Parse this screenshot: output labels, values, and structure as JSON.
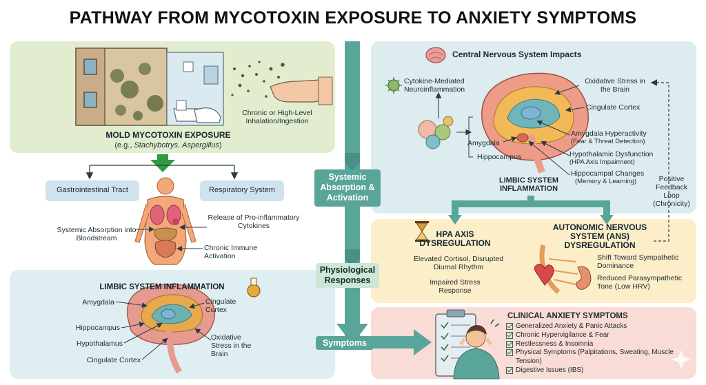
{
  "title": "PATHWAY FROM MYCOTOXIN EXPOSURE TO ANXIETY SYMPTOMS",
  "stages": {
    "stage1": "Systemic Absorption & Activation",
    "stage2": "Physiological Responses",
    "stage3": "Symptoms"
  },
  "exposure": {
    "heading": "MOLD MYCOTOXIN EXPOSURE",
    "examples": "(e.g., Stachybotrys, Aspergillus)",
    "route": "Chronic or High-Level Inhalation/Ingestion"
  },
  "body": {
    "gi": "Gastrointestinal Tract",
    "respiratory": "Respiratory System",
    "absorption": "Systemic Absorption into Bloodstream",
    "release": "Release of Pro-inflammatory Cytokines",
    "immune": "Chronic Immune Activation"
  },
  "limbic_left": {
    "heading": "LIMBIC SYSTEM INFLAMMATION",
    "amygdala": "Amygdala",
    "hippocampus": "Hippocampus",
    "hypothalamus": "Hypothalamus",
    "cingulate_bottom": "Cingulate Cortex",
    "cingulate_right": "Cingulate Cortex",
    "oxidative": "Oxidative Stress in the Brain"
  },
  "cns": {
    "heading": "Central Nervous System Impacts",
    "cytokine": "Cytokine-Mediated Neuroinflammation",
    "oxidative": "Oxidative Stress in the Brain",
    "cingulate": "Cingulate Cortex",
    "amygdala": "Amygdala",
    "hippocampus": "Hippocampus",
    "amygdala_hyper": "Amygdala Hyperactivity",
    "amygdala_hyper_sub": "(Fear & Threat Detection)",
    "hypothalamic": "Hypothalamic Dysfunction",
    "hypothalamic_sub": "(HPA Axis Impairment)",
    "hippocampal": "Hippocampal Changes",
    "hippocampal_sub": "(Memory & Learning)",
    "limbic": "LIMBIC SYSTEM INFLAMMATION",
    "feedback": "Positive Feedback Loop (Chronicity)"
  },
  "hpa": {
    "heading": "HPA AXIS DYSREGULATION",
    "cortisol": "Elevated Cortisol, Disrupted Diurnal Rhythm",
    "stress": "Impaired Stress Response"
  },
  "ans": {
    "heading": "AUTONOMIC NERVOUS SYSTEM (ANS) DYSREGULATION",
    "shift": "Shift Toward Sympathetic Dominance",
    "reduced": "Reduced Parasympathetic Tone (Low HRV)"
  },
  "clinical": {
    "heading": "CLINICAL ANXIETY SYMPTOMS",
    "items": [
      "Generalized Anxiety & Panic Attacks",
      "Chronic Hypervigilance & Fear",
      "Restlessness & Insomnia",
      "Physical Symptoms (Palpitations, Sweating, Muscle Tension)",
      "Digestive Issues (IBS)"
    ]
  },
  "colors": {
    "flow_arrow": "#5aa59a",
    "exposure_panel": "#e2edcf",
    "cns_panel": "#dcecef",
    "hpa_panel": "#fbeec8",
    "clinical_panel": "#f8dcd5"
  }
}
